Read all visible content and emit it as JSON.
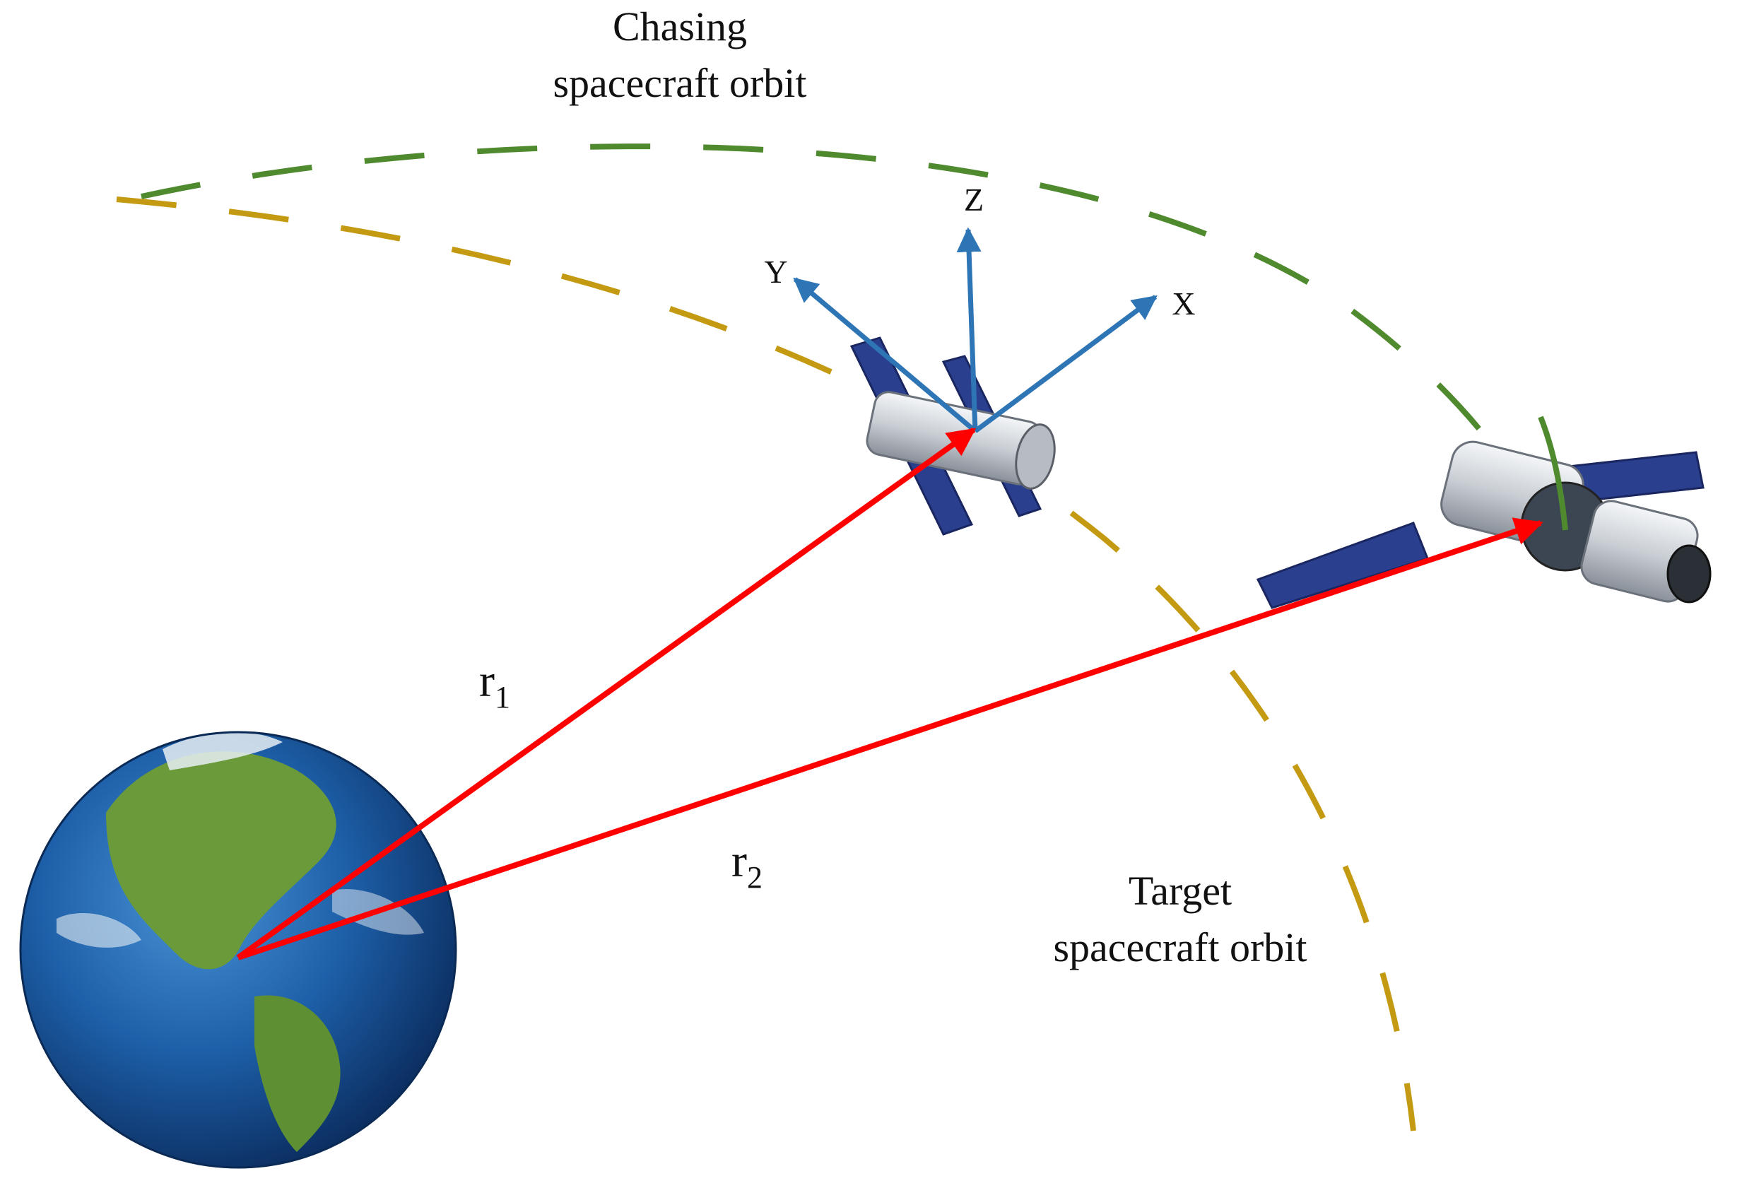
{
  "labels": {
    "chasing_orbit_line1": "Chasing",
    "chasing_orbit_line2": "spacecraft orbit",
    "target_orbit_line1": "Target",
    "target_orbit_line2": "spacecraft orbit",
    "axis_x": "X",
    "axis_y": "Y",
    "axis_z": "Z",
    "r1_base": "r",
    "r1_sub": "1",
    "r2_base": "r",
    "r2_sub": "2"
  },
  "colors": {
    "chasing_orbit": "#4f8a2f",
    "target_orbit": "#c49a12",
    "position_vectors": "#ff0000",
    "body_axes": "#2e75b6",
    "ocean": "#1d5fa8",
    "land": "#6a9a3a",
    "solar_panel": "#2b3f8f",
    "spacecraft_body": "#d9dde2"
  },
  "icons": {
    "earth": "earth-globe-icon",
    "chaser": "satellite-icon",
    "target": "space-station-icon"
  }
}
